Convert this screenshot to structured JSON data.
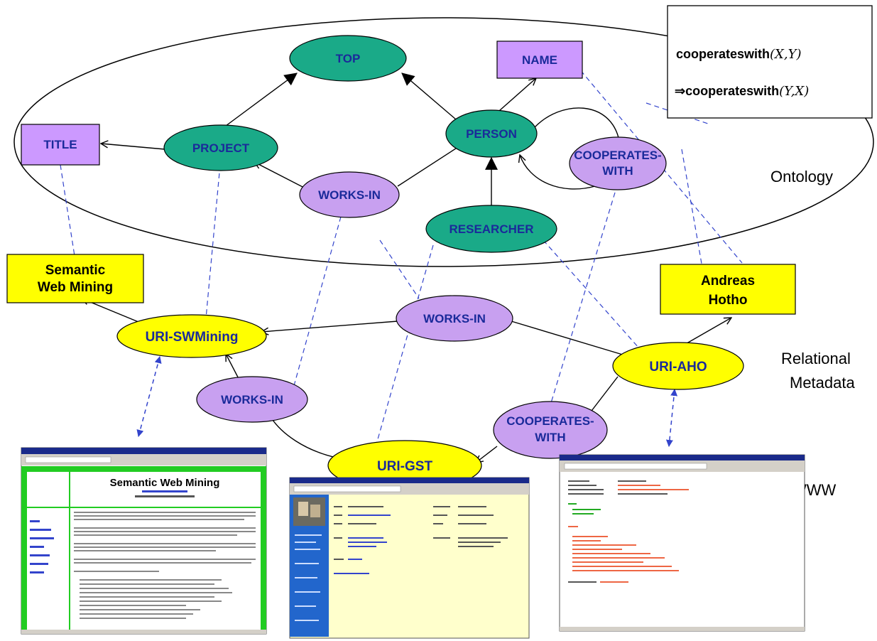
{
  "diagram": {
    "ontology_nodes": {
      "top": "TOP",
      "name": "NAME",
      "title": "TITLE",
      "project": "PROJECT",
      "person": "PERSON",
      "works_in": "WORKS-IN",
      "cooperates_with_1": "COOPERATES-",
      "cooperates_with_2": "WITH",
      "researcher": "RESEARCHER"
    },
    "rule": {
      "line1_pred": "cooperateswith",
      "line1_args": "(X,Y)",
      "line2_arrow": "⇒",
      "line2_pred": "cooperateswith",
      "line2_args": "(Y,X)"
    },
    "layer_labels": {
      "ontology": "Ontology",
      "relational_1": "Relational",
      "relational_2": "Metadata",
      "www": "WWW"
    },
    "metadata_nodes": {
      "semantic_web_mining_1": "Semantic",
      "semantic_web_mining_2": "Web Mining",
      "andreas_hotho_1": "Andreas",
      "andreas_hotho_2": "Hotho",
      "uri_swmining": "URI-SWMining",
      "uri_aho": "URI-AHO",
      "uri_gst": "URI-GST",
      "works_in_top": "WORKS-IN",
      "works_in_bottom": "WORKS-IN",
      "cooperates_with_1": "COOPERATES-",
      "cooperates_with_2": "WITH"
    },
    "webpages": {
      "swm_page_title": "Semantic Web Mining"
    },
    "colors": {
      "teal": "#1aaa88",
      "lavender": "#c8a0f0",
      "violet_box": "#cc99ff",
      "yellow": "#ffff00",
      "label_blue": "#1a2a9a",
      "dashed_blue": "#3344cc"
    }
  }
}
